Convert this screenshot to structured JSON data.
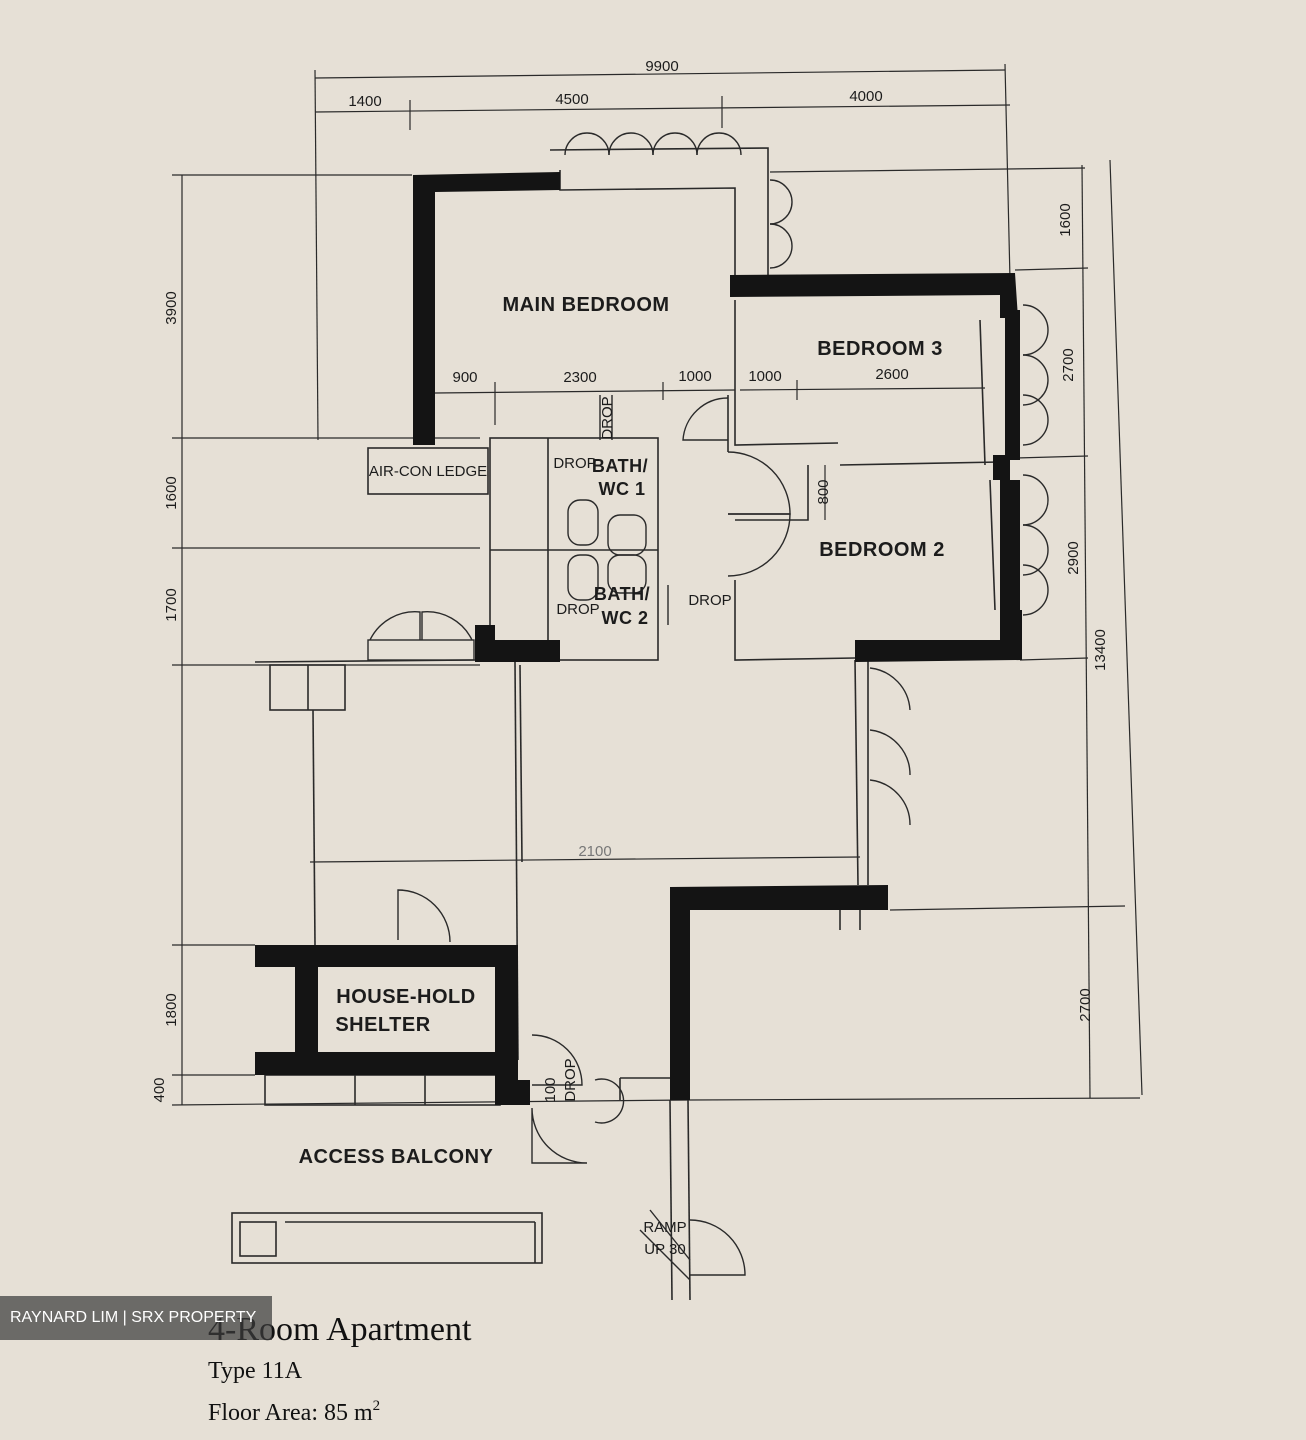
{
  "dimensions": {
    "top_total": "9900",
    "top_segments": [
      "1400",
      "4500",
      "4000"
    ],
    "inner_main": [
      "900",
      "2300",
      "1000"
    ],
    "inner_bedroom3": [
      "1000",
      "2600"
    ],
    "left": [
      "3900",
      "1600",
      "1700",
      "1800",
      "400"
    ],
    "right": [
      "1600",
      "2700",
      "2900",
      "2700"
    ],
    "right_total": "13400",
    "bedroom2_door": "800",
    "living_bottom": "2100",
    "entrance_drop": "100"
  },
  "rooms": {
    "main_bedroom": "MAIN BEDROOM",
    "bedroom3": "BEDROOM 3",
    "bedroom2": "BEDROOM 2",
    "aircon_ledge": "AIR-CON LEDGE",
    "bath1_line1": "BATH/",
    "bath1_line2": "WC 1",
    "bath2_line1": "BATH/",
    "bath2_line2": "WC 2",
    "drop": "DROP",
    "shelter_line1": "HOUSE-HOLD",
    "shelter_line2": "SHELTER",
    "access_balcony": "ACCESS BALCONY",
    "ramp_line1": "RAMP",
    "ramp_line2": "UP 30"
  },
  "caption": {
    "title": "4-Room Apartment",
    "type": "Type 11A",
    "area_prefix": "Floor Area: 85 m",
    "area_sup": "2"
  },
  "watermark": "RAYNARD LIM | SRX PROPERTY"
}
